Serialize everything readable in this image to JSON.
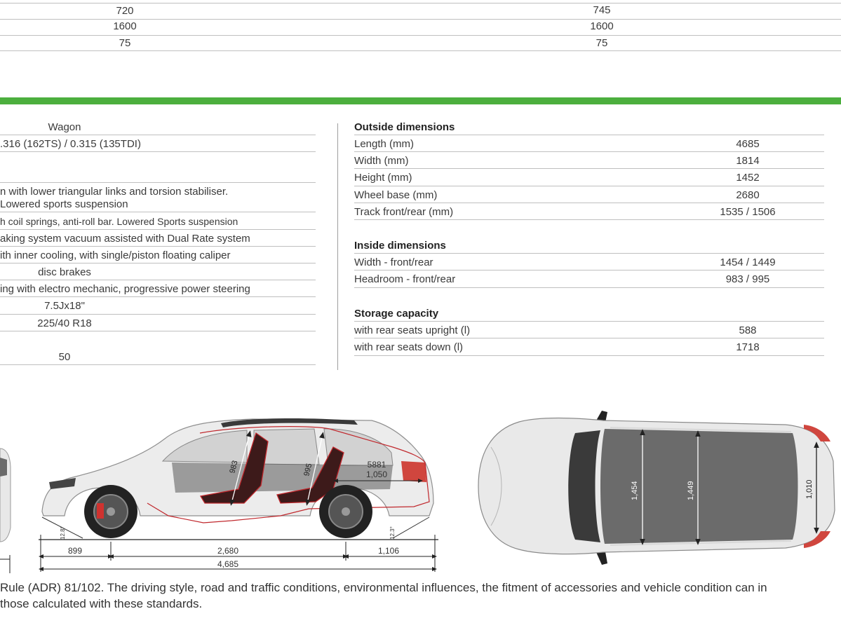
{
  "top_table": {
    "rows": [
      {
        "left": "720",
        "right": "745"
      },
      {
        "left": "1600",
        "right": "1600"
      },
      {
        "left": "75",
        "right": "75"
      }
    ]
  },
  "left_table": {
    "header": "Wagon",
    "rows": [
      ".316 (162TS) / 0.315 (135TDI)",
      "",
      "n with lower triangular links and torsion stabiliser.",
      "Lowered sports suspension",
      "h coil springs, anti-roll bar. Lowered Sports suspension",
      "aking system vacuum assisted with Dual Rate system",
      "ith inner cooling, with single/piston floating caliper",
      "disc brakes",
      "ing with electro mechanic, progressive power steering",
      "7.5Jx18\"",
      "225/40 R18",
      "50"
    ]
  },
  "right_table": {
    "sections": [
      {
        "title": "Outside dimensions",
        "rows": [
          {
            "label": "Length (mm)",
            "value": "4685"
          },
          {
            "label": "Width (mm)",
            "value": "1814"
          },
          {
            "label": "Height (mm)",
            "value": "1452"
          },
          {
            "label": "Wheel base (mm)",
            "value": "2680"
          },
          {
            "label": "Track front/rear (mm)",
            "value": "1535 / 1506"
          }
        ]
      },
      {
        "title": "Inside dimensions",
        "rows": [
          {
            "label": "Width - front/rear",
            "value": "1454 / 1449"
          },
          {
            "label": "Headroom - front/rear",
            "value": "983 / 995"
          }
        ]
      },
      {
        "title": "Storage capacity",
        "rows": [
          {
            "label": "with rear seats upright (l)",
            "value": "588"
          },
          {
            "label": "with rear seats down (l)",
            "value": "1718"
          }
        ]
      }
    ]
  },
  "diagram": {
    "side": {
      "headroom_front": "983",
      "headroom_rear": "995",
      "boot_top": "5881",
      "boot_bottom": "1,050",
      "front_overhang": "899",
      "wheelbase": "2,680",
      "rear_overhang": "1,106",
      "total_length": "4,685",
      "angle_front": "12.8°",
      "angle_rear": "12.3°"
    },
    "top": {
      "width_front": "1,454",
      "width_rear": "1,449",
      "boot_width": "1,010"
    }
  },
  "footnote": {
    "line1": "Rule (ADR) 81/102. The driving style, road and traffic conditions, environmental influences, the fitment of accessories and vehicle condition can in",
    "line2": "those calculated with these standards."
  },
  "colors": {
    "accent_green": "#4caf3e",
    "outline_red": "#c0282d"
  }
}
